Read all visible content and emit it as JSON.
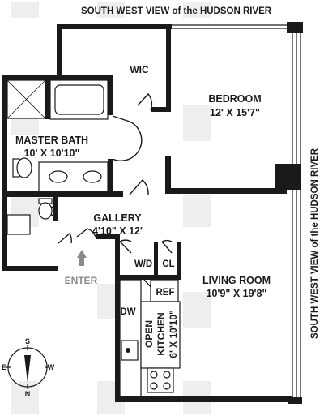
{
  "views": {
    "top": "SOUTH WEST VIEW of the HUDSON RIVER",
    "right": "SOUTH WEST VIEW of the HUDSON RIVER"
  },
  "rooms": {
    "wic": "WIC",
    "bedroom": {
      "name": "BEDROOM",
      "dims": "12' X 15'7\""
    },
    "master_bath": {
      "name": "MASTER BATH",
      "dims": "10' X 10'10\""
    },
    "gallery": {
      "name": "GALLERY",
      "dims": "4'10\" X 12'"
    },
    "living_room": {
      "name": "LIVING ROOM",
      "dims": "10'9\" X 19'8\""
    },
    "kitchen": {
      "name1": "OPEN",
      "name2": "KITCHEN",
      "dims": "6' X 10'10\""
    }
  },
  "closets": {
    "wd": "W/D",
    "cl": "CL"
  },
  "appliances": {
    "ref": "REF",
    "dw": "DW"
  },
  "entry": "ENTER",
  "compass": {
    "n": "N",
    "s": "S",
    "e": "E",
    "w": "W"
  },
  "colors": {
    "wall": "#1a1a1a",
    "watermark": "#ececec",
    "arrow": "#888888",
    "enter_text": "#8a8a8a"
  }
}
